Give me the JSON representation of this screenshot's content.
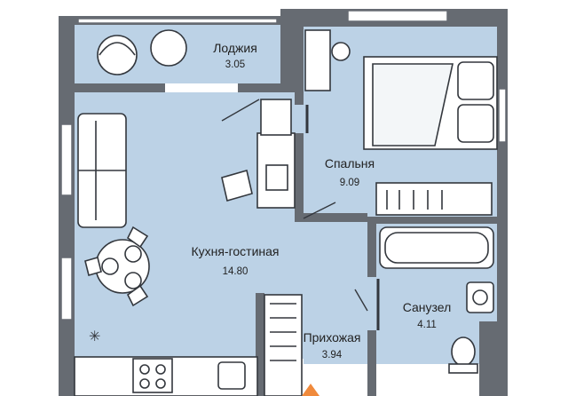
{
  "colors": {
    "wall": "#666b72",
    "floor": "#bcd2e6",
    "line": "#33373d",
    "furniture": "#ffffff",
    "accent": "#f08a3c"
  },
  "rooms": {
    "loggia": {
      "name": "Лоджия",
      "area": "3.05"
    },
    "bedroom": {
      "name": "Спальня",
      "area": "9.09"
    },
    "living": {
      "name": "Кухня-гостиная",
      "area": "14.80"
    },
    "bathroom": {
      "name": "Санузел",
      "area": "4.11"
    },
    "hall": {
      "name": "Прихожая",
      "area": "3.94"
    }
  }
}
